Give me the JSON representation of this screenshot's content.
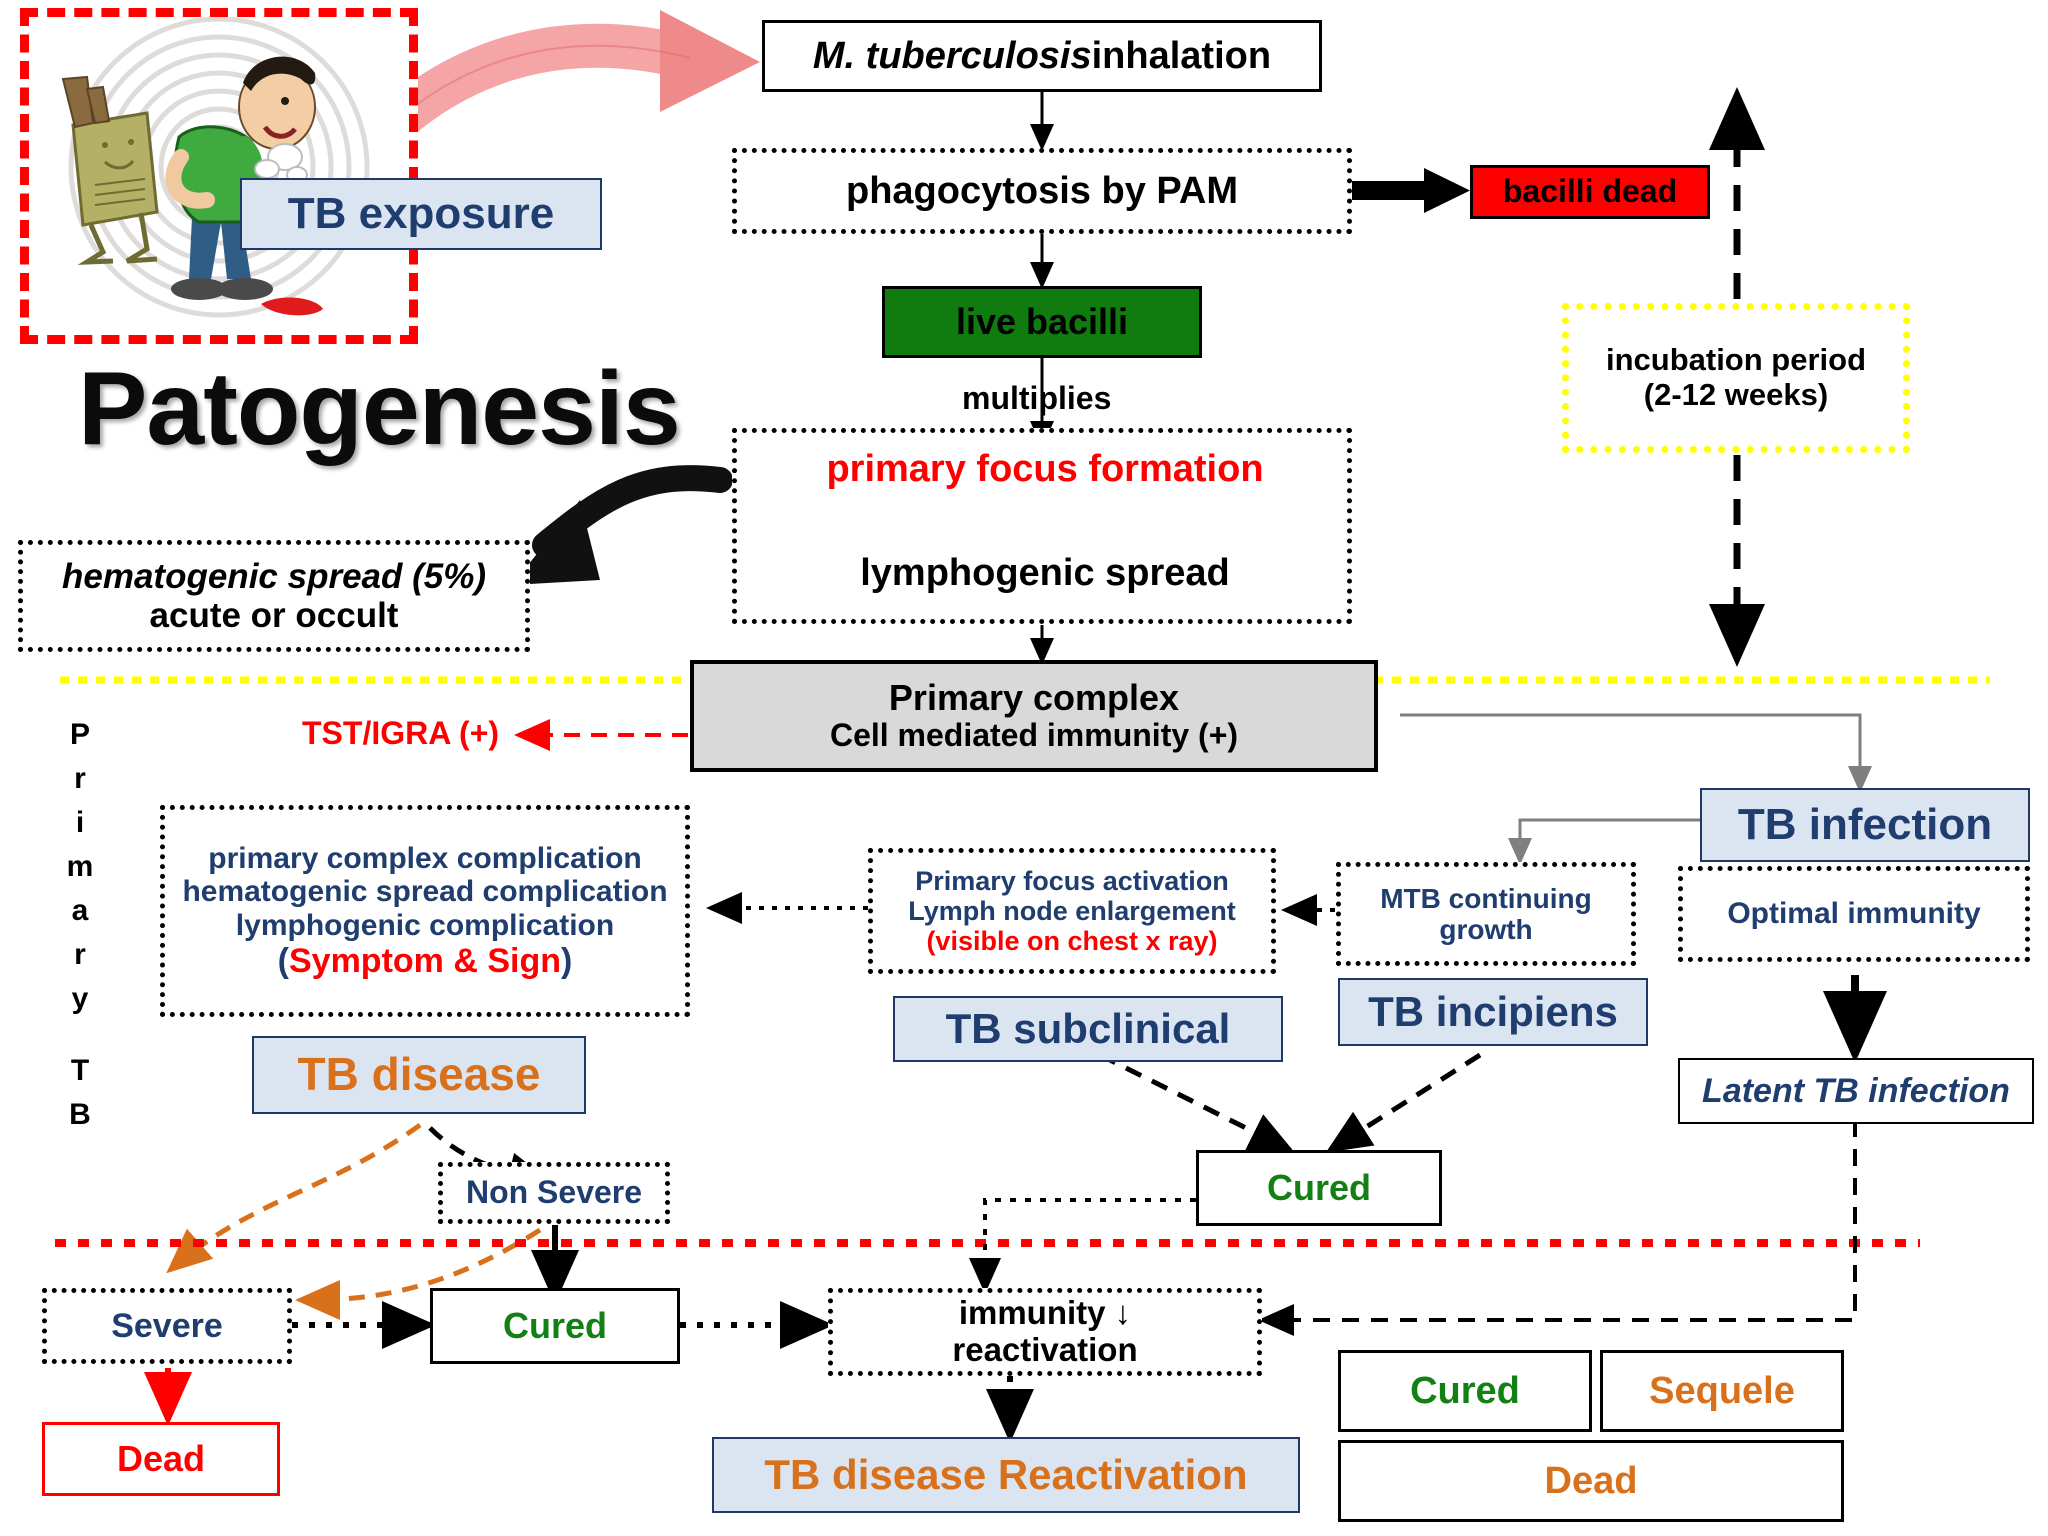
{
  "title": "Patogenesis",
  "side_label": {
    "text": "Primary TB",
    "letters": [
      "P",
      "r",
      "i",
      "m",
      "a",
      "r",
      "y",
      " ",
      "T",
      "B"
    ]
  },
  "exposure": {
    "label": "TB exposure",
    "image_alt": "coughing-person-cartoon"
  },
  "flow": {
    "inhalation": "M. tuberculosis inhalation",
    "inhalation_italic_part": "M. tuberculosis",
    "inhalation_rest": " inhalation",
    "phagocytosis": "phagocytosis by PAM",
    "bacilli_dead": "bacilli dead",
    "live_bacilli": "live bacilli",
    "multiplies": "multiplies",
    "primary_focus_formation": "primary focus formation",
    "lymphogenic_spread": "lymphogenic spread",
    "incubation_line1": "incubation period",
    "incubation_line2": "(2-12 weeks)",
    "hematogenic_line1": "hematogenic spread (5%)",
    "hematogenic_line2": "acute or occult",
    "primary_complex_line1": "Primary complex",
    "primary_complex_line2": "Cell mediated immunity (+)",
    "tst_igra": "TST/IGRA (+)"
  },
  "complications": {
    "line1": "primary complex complication",
    "line2": "hematogenic spread complication",
    "line3": "lymphogenic complication",
    "line4_open": "(",
    "line4_red": "Symptom & Sign",
    "line4_close": ")"
  },
  "middle": {
    "primary_focus_activation": "Primary focus activation",
    "lymph_node_enlargement": "Lymph node enlargement",
    "visible_chest_xray": "(visible on chest x ray)",
    "mtb_line1": "MTB continuing",
    "mtb_line2": "growth",
    "tb_subclinical": "TB subclinical",
    "tb_incipiens": "TB incipiens",
    "cured_middle": "Cured"
  },
  "right": {
    "tb_infection": "TB infection",
    "optimal_immunity": "Optimal immunity",
    "latent_tb_infection": "Latent TB infection"
  },
  "disease": {
    "tb_disease": "TB disease",
    "non_severe": "Non Severe",
    "severe": "Severe",
    "cured_left": "Cured",
    "dead_left": "Dead"
  },
  "reactivation": {
    "immunity_line1": "immunity ↓",
    "immunity_line2": "reactivation",
    "tb_disease_reactivation": "TB disease Reactivation"
  },
  "outcomes": {
    "cured": "Cured",
    "sequele": "Sequele",
    "dead": "Dead"
  },
  "colors": {
    "navy": "#1f3d6e",
    "red": "#ff0000",
    "green": "#128012",
    "orange": "#d9711c",
    "box_blue": "#dbe5f1",
    "gray_fill": "#d9d9d9",
    "green_fill": "#107c10",
    "red_fill": "#fe0000",
    "yellow_dotted": "#ffff00"
  }
}
